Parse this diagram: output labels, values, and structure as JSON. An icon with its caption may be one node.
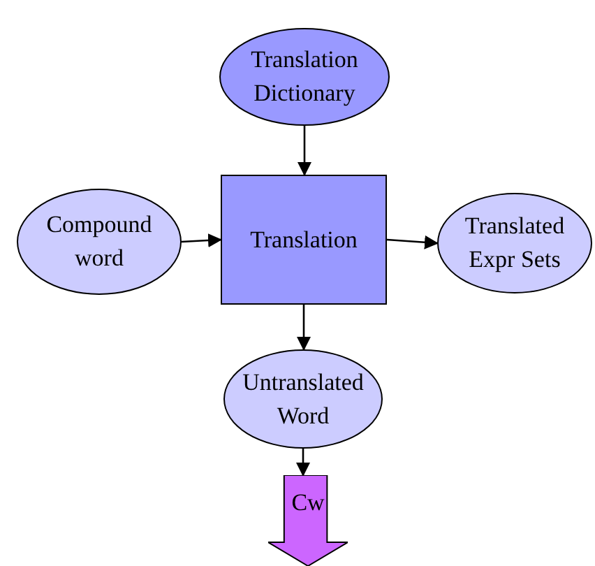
{
  "diagram": {
    "nodes": [
      {
        "text": [
          "Translation Dictionary"
        ]
      },
      {
        "text": [
          "Compound word"
        ]
      },
      {
        "text": [
          "Translation"
        ]
      },
      {
        "text": [
          "Translated Expr Sets"
        ]
      },
      {
        "text": [
          "Untranslated Word"
        ]
      },
      {
        "text": [
          "Cw"
        ]
      }
    ],
    "edges": [
      {
        "from": 0,
        "to": 2,
        "arrow": "to"
      },
      {
        "from": 1,
        "to": 2,
        "arrow": "to"
      },
      {
        "from": 2,
        "to": 3,
        "arrow": "to"
      },
      {
        "from": 2,
        "to": 4,
        "arrow": "to"
      },
      {
        "from": 4,
        "to": 5,
        "arrow": "to"
      }
    ]
  }
}
